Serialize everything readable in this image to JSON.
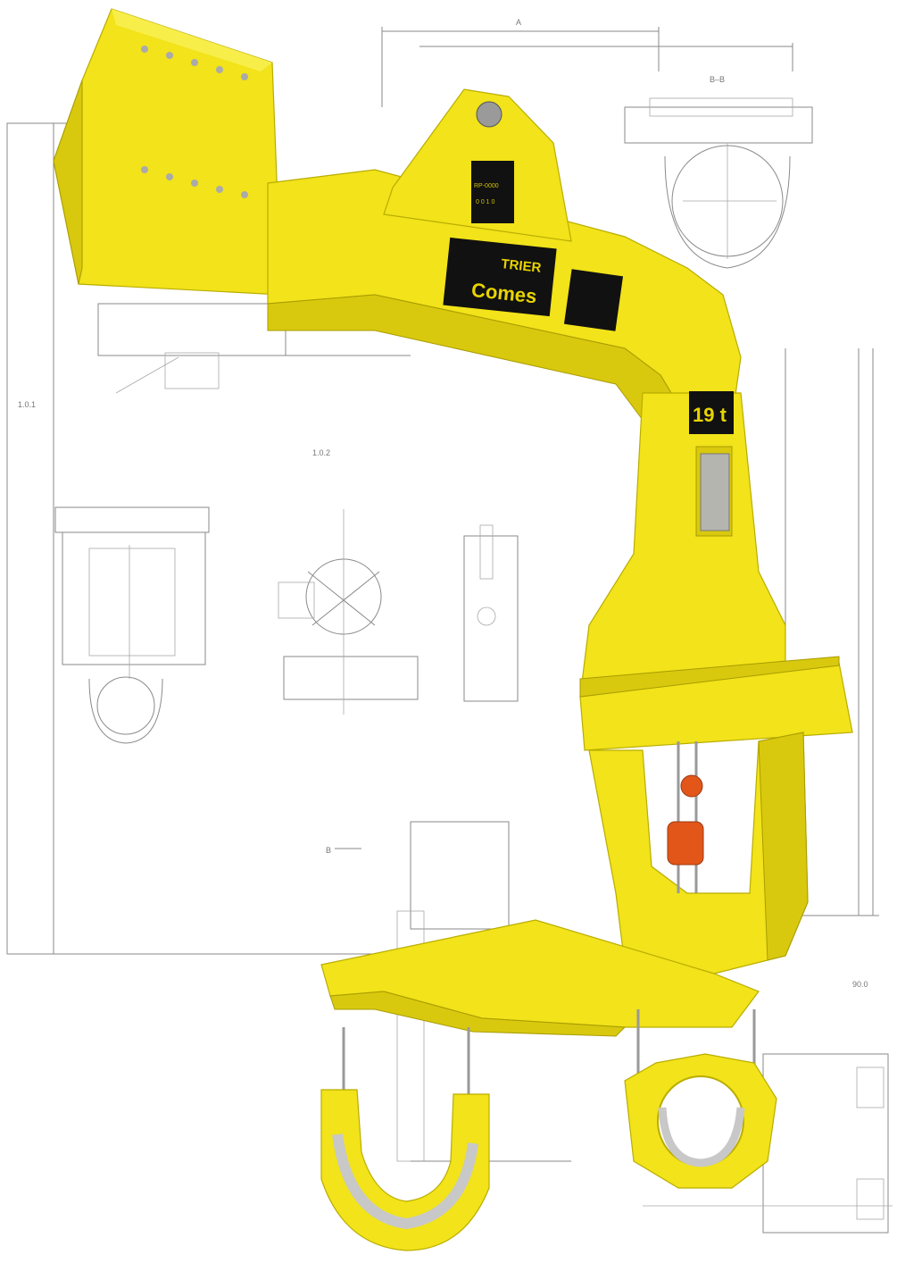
{
  "scene": {
    "subject": "yellow pipe lifting beam with C-hook over technical drawing background"
  },
  "plates": {
    "brand_top": "TRIER",
    "brand_bottom": "Comes",
    "capacity": "19 t",
    "serial_top": "RP-0000",
    "serial_bottom": "0 0 1 0"
  },
  "drawing_labels": {
    "dim_a": "A",
    "section_bb": "B–B",
    "section_b": "B",
    "ref_1": "1.0.1",
    "ref_2": "1.0.2",
    "ref_3": "90.0"
  },
  "colors": {
    "beam_yellow": "#f2e31a",
    "plate_black": "#111111",
    "hoist_orange": "#e2561a",
    "drawing_gray": "#8a8a8a"
  }
}
